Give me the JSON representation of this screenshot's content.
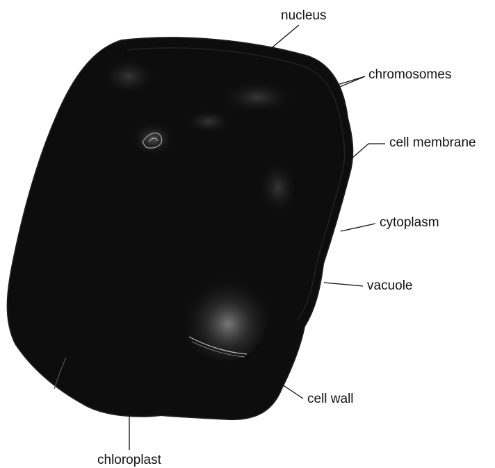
{
  "labels": {
    "nucleus": "nucleus",
    "chromosomes": "chromosomes",
    "cell_membrane": "cell membrane",
    "cytoplasm": "cytoplasm",
    "vacuole": "vacuole",
    "cell_wall": "cell wall",
    "chloroplast": "chloroplast"
  },
  "colors": {
    "cell_body": "#0d0d0d",
    "cell_edge": "#1a1a1a",
    "highlight": "#9a9a9a",
    "label_text": "#111111",
    "background": "#ffffff"
  }
}
